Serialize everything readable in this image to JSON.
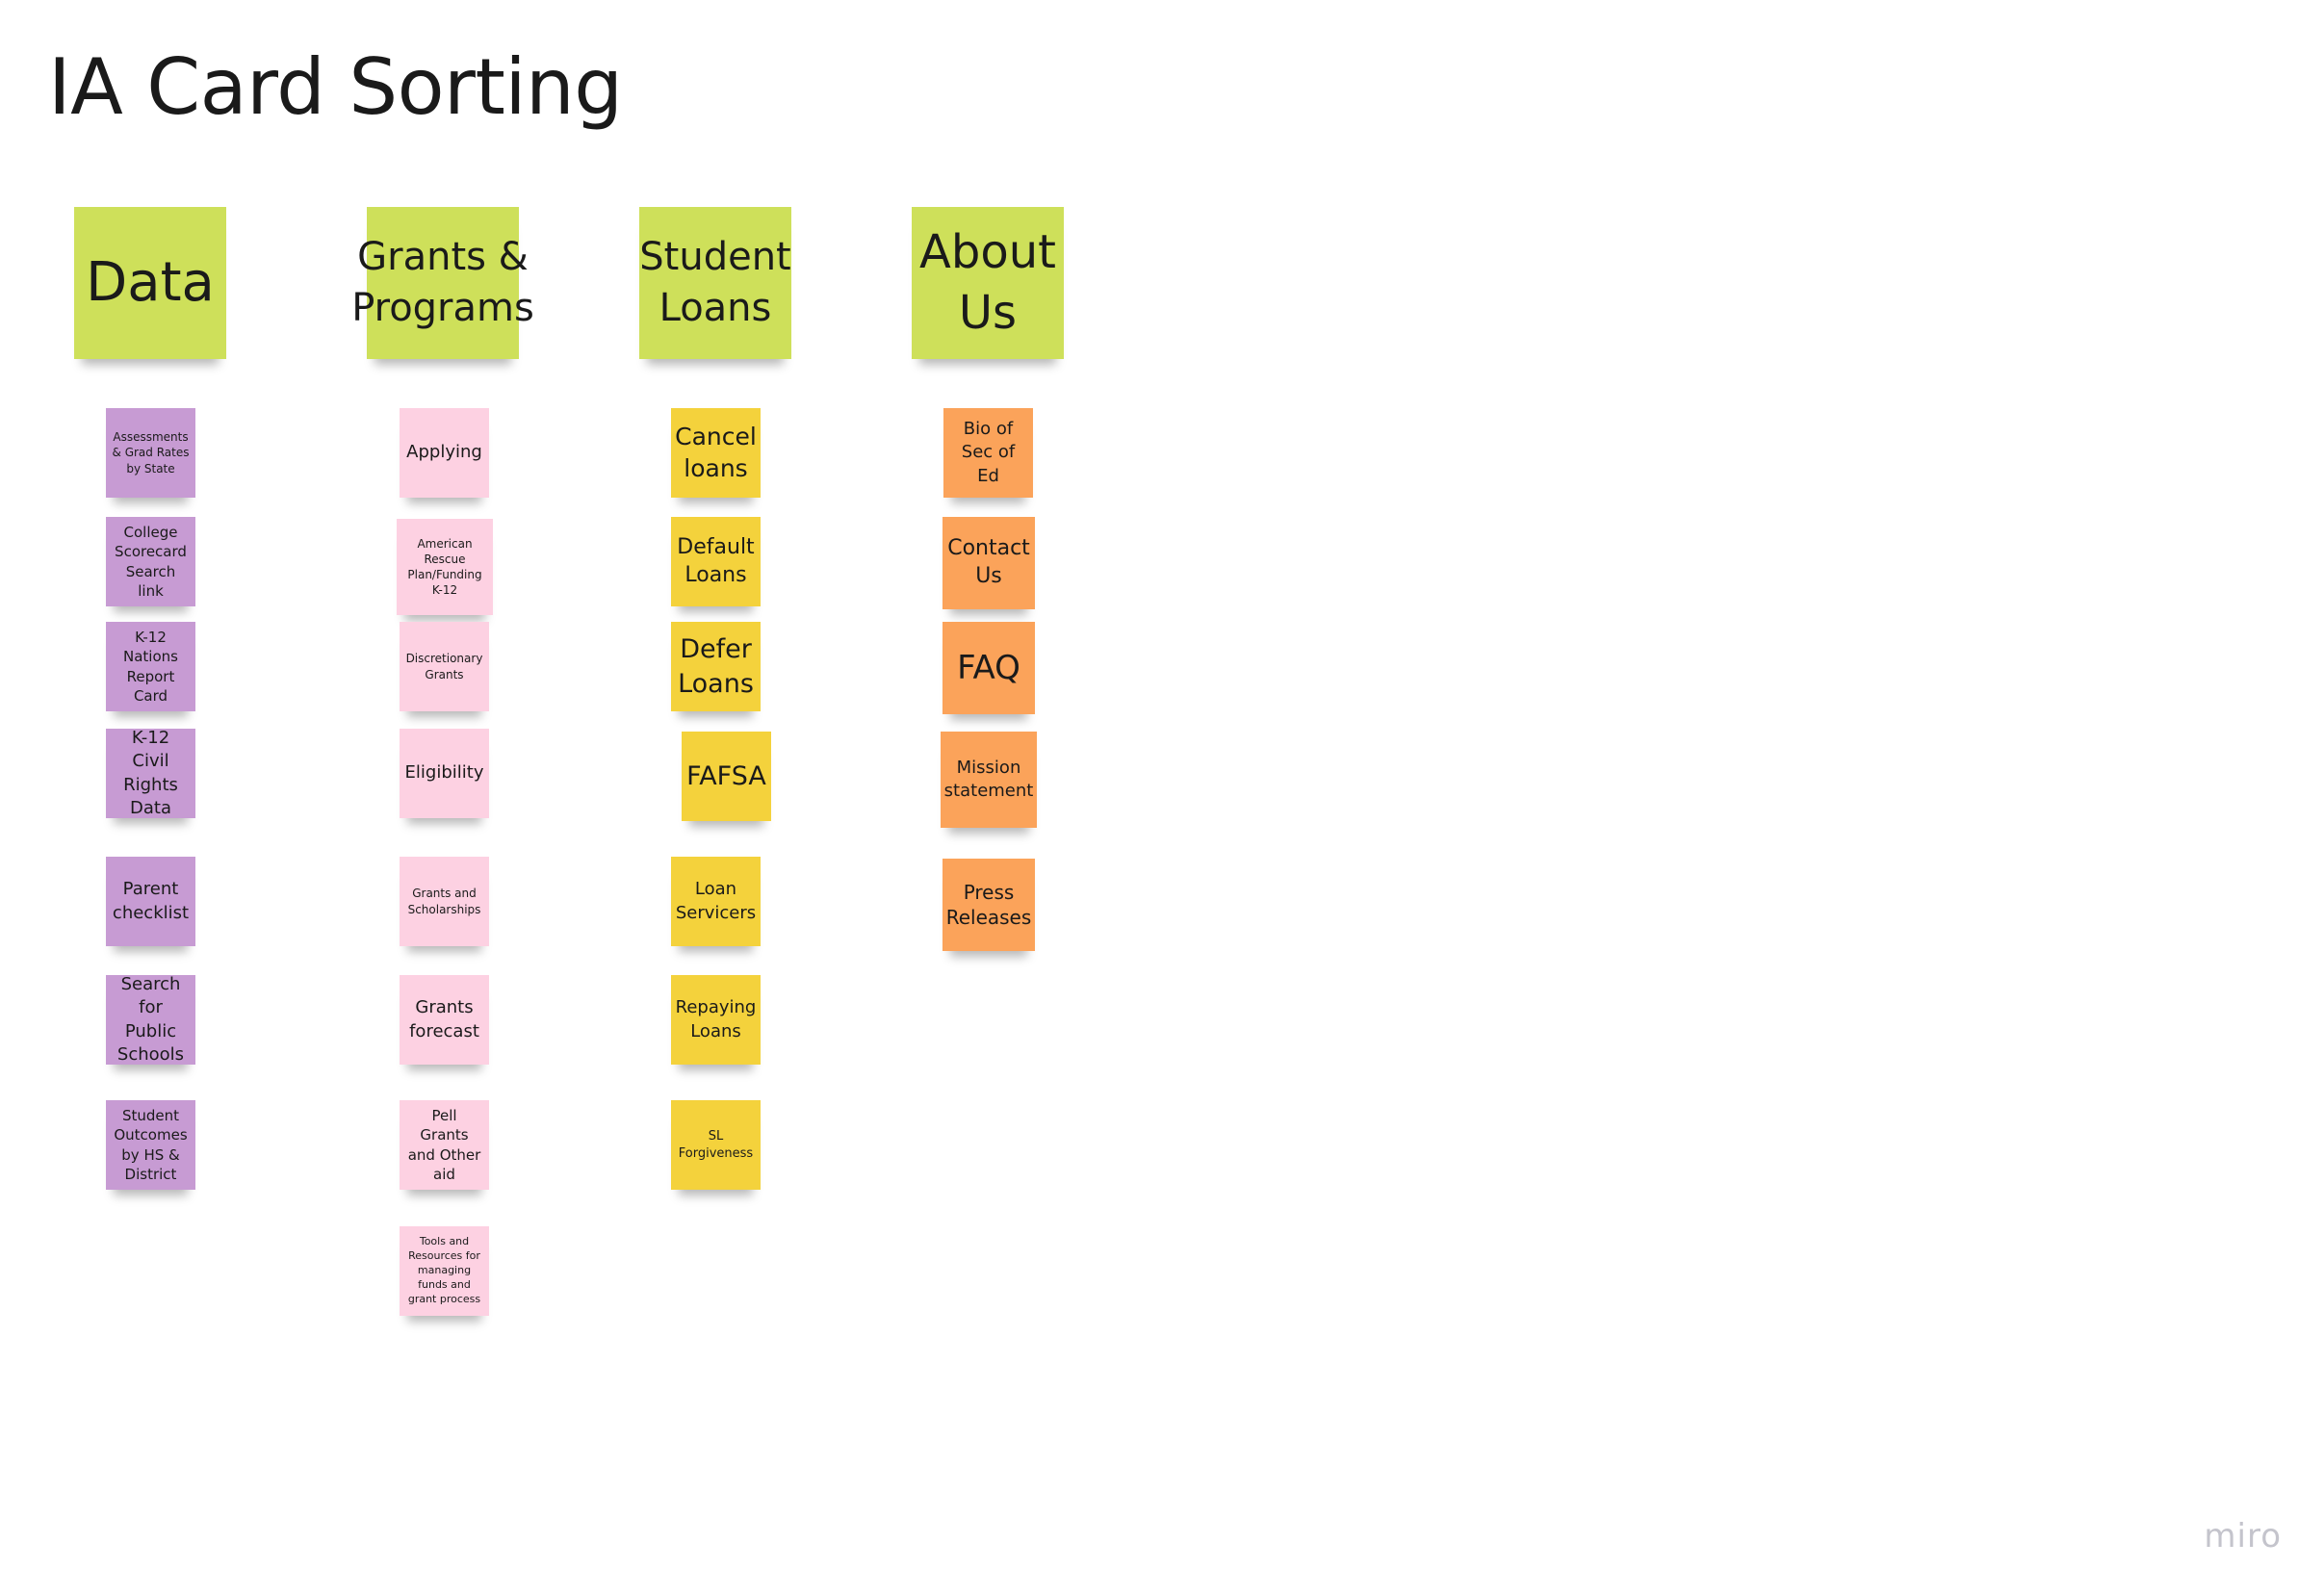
{
  "board": {
    "title": "IA Card Sorting",
    "brand": "miro"
  },
  "columns": [
    {
      "header": [
        "Data"
      ],
      "cards": [
        [
          "Assessments",
          "& Grad Rates",
          "by State"
        ],
        [
          "College",
          "Scorecard",
          "Search link"
        ],
        [
          "K-12",
          "Nations",
          "Report",
          "Card"
        ],
        [
          "K-12 Civil",
          "Rights",
          "Data"
        ],
        [
          "Parent",
          "checklist"
        ],
        [
          "Search",
          "for Public",
          "Schools"
        ],
        [
          "Student",
          "Outcomes",
          "by HS &",
          "District"
        ]
      ]
    },
    {
      "header": [
        "Grants &",
        "Programs"
      ],
      "cards": [
        [
          "Applying"
        ],
        [
          "American",
          "Rescue",
          "Plan/Funding",
          "K-12"
        ],
        [
          "Discretionary",
          "Grants"
        ],
        [
          "Eligibility"
        ],
        [
          "Grants and",
          "Scholarships"
        ],
        [
          "Grants",
          "forecast"
        ],
        [
          "Pell Grants",
          "and Other",
          "aid"
        ],
        [
          "Tools and",
          "Resources for",
          "managing",
          "funds and",
          "grant process"
        ]
      ]
    },
    {
      "header": [
        "Student",
        "Loans"
      ],
      "cards": [
        [
          "Cancel",
          "loans"
        ],
        [
          "Default",
          "Loans"
        ],
        [
          "Defer",
          "Loans"
        ],
        [
          "FAFSA"
        ],
        [
          "Loan",
          "Servicers"
        ],
        [
          "Repaying",
          "Loans"
        ],
        [
          "SL",
          "Forgiveness"
        ]
      ]
    },
    {
      "header": [
        "About",
        "Us"
      ],
      "cards": [
        [
          "Bio of",
          "Sec of",
          "Ed"
        ],
        [
          "Contact",
          "Us"
        ],
        [
          "FAQ"
        ],
        [
          "Mission",
          "statement"
        ],
        [
          "Press",
          "Releases"
        ]
      ]
    }
  ]
}
